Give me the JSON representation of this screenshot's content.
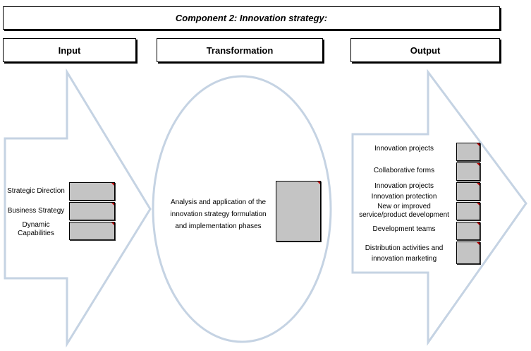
{
  "title": "Component 2: Innovation strategy:",
  "headers": {
    "input": "Input",
    "transformation": "Transformation",
    "output": "Output"
  },
  "input_items": [
    "Strategic Direction",
    "Business Strategy",
    "Dynamic Capabilities"
  ],
  "transformation_text": "Analysis and application of the innovation strategy formulation and implementation phases",
  "output_items": [
    "Innovation projects",
    "Collaborative forms",
    "Innovation projects",
    "Innovation protection",
    "New  or improved service/product development",
    "Development teams",
    "Distribution activities and innovation marketing"
  ],
  "colors": {
    "shape_outline": "#c5d3e3",
    "cell_fill": "#c4c4c4",
    "cell_marker": "#c00000"
  }
}
